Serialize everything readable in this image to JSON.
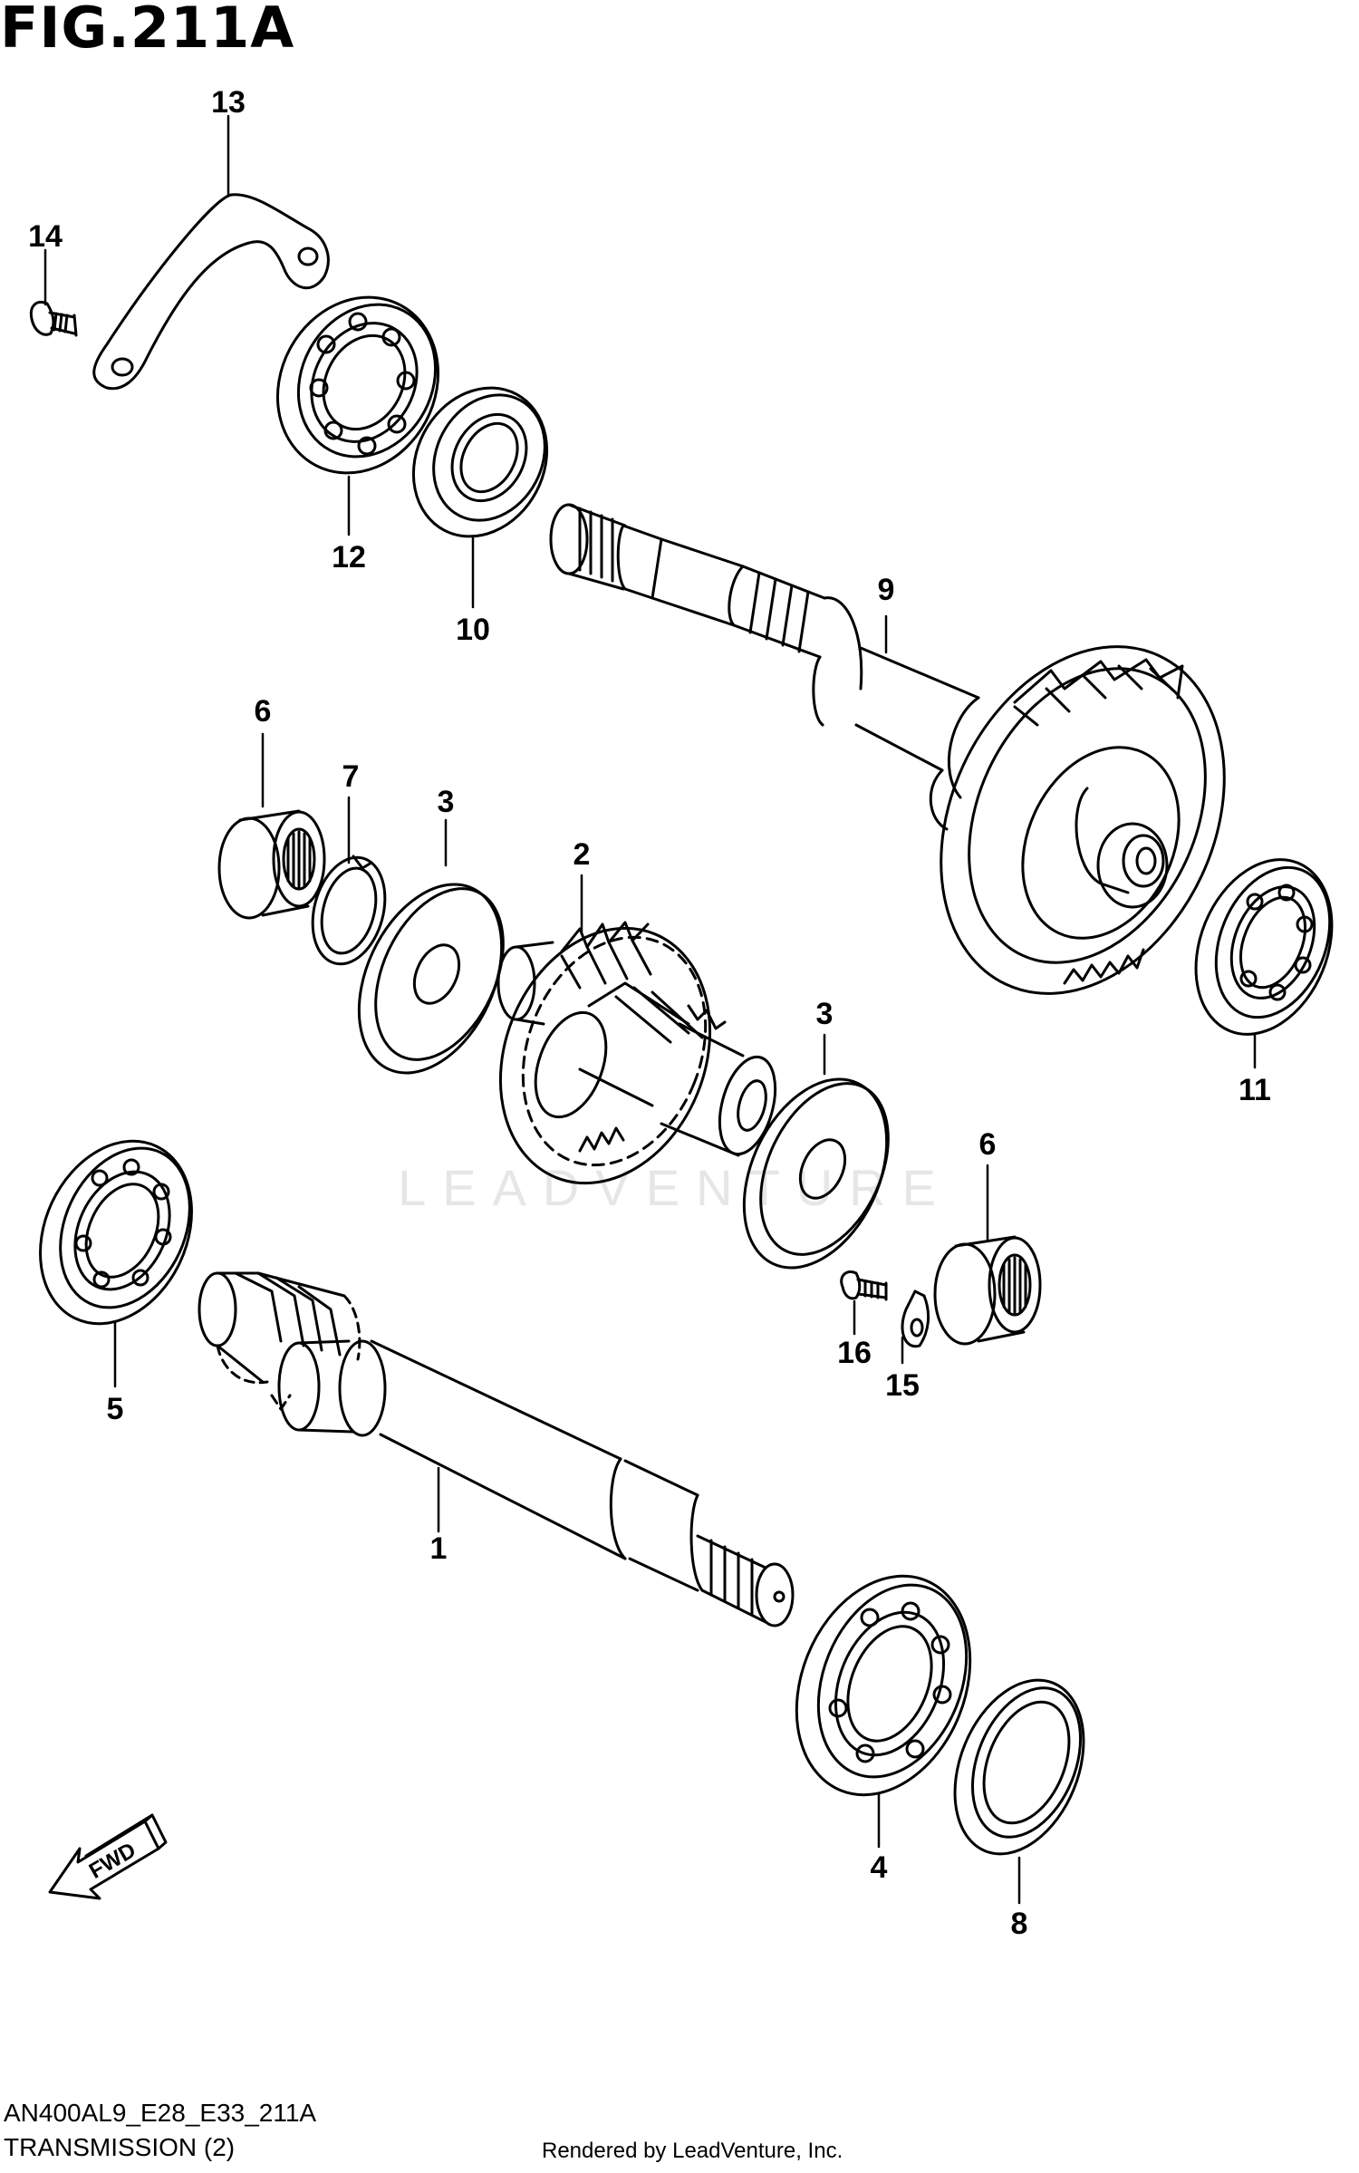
{
  "figure": {
    "title": "FIG.211A",
    "model_code": "AN400AL9_E28_E33_211A",
    "section": "TRANSMISSION (2)",
    "credit": "Rendered by LeadVenture, Inc.",
    "watermark": "LEADVENTURE",
    "fwd_label": "FWD"
  },
  "callouts": {
    "c1": "1",
    "c2": "2",
    "c3a": "3",
    "c3b": "3",
    "c4": "4",
    "c5": "5",
    "c6a": "6",
    "c6b": "6",
    "c7": "7",
    "c8": "8",
    "c9": "9",
    "c10": "10",
    "c11": "11",
    "c12": "12",
    "c13": "13",
    "c14": "14",
    "c15": "15",
    "c16": "16"
  },
  "colors": {
    "ink": "#000000",
    "paper": "#ffffff",
    "watermark": "#e6e6e6"
  }
}
